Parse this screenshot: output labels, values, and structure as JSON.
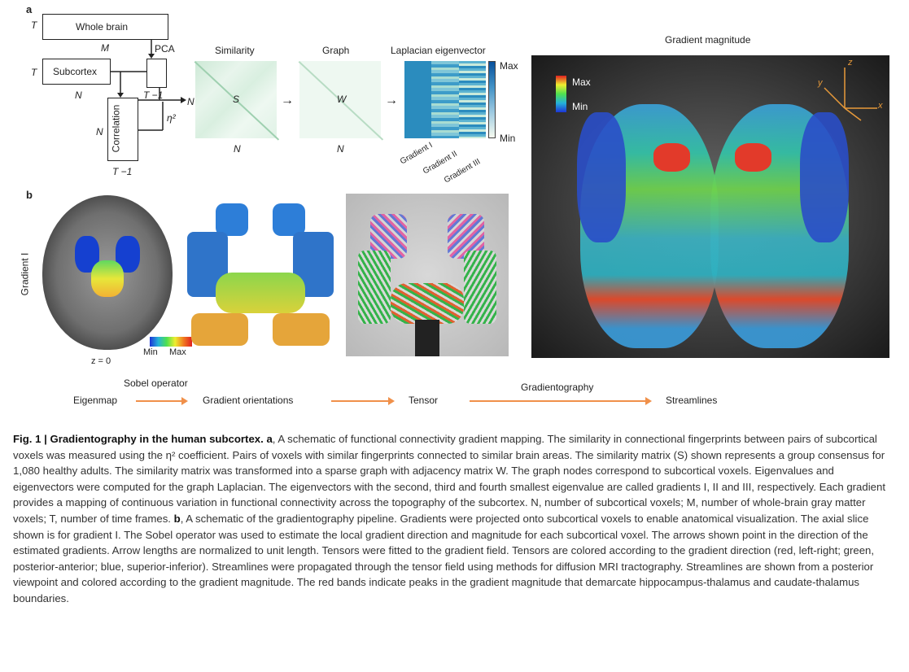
{
  "panel_a": {
    "letter": "a",
    "whole_brain": "Whole brain",
    "subcortex": "Subcortex",
    "correlation": "Correlation",
    "pca": "PCA",
    "t": "T",
    "m": "M",
    "n": "N",
    "t_minus_1": "T −1",
    "eta": "η²",
    "similarity": "Similarity",
    "graph": "Graph",
    "laplacian": "Laplacian eigenvector",
    "s": "S",
    "w": "W",
    "max": "Max",
    "min": "Min",
    "gradients": [
      "Gradient I",
      "Gradient II",
      "Gradient III"
    ]
  },
  "panel_b": {
    "letter": "b",
    "gradient_i": "Gradient I",
    "z0": "z = 0",
    "min": "Min",
    "max": "Max",
    "magnitude_title": "Gradient magnitude",
    "legend_max": "Max",
    "legend_min": "Min",
    "axis_x": "x",
    "axis_y": "y",
    "axis_z": "z"
  },
  "pipeline": {
    "eigenmap": "Eigenmap",
    "sobel": "Sobel operator",
    "orientations": "Gradient orientations",
    "tensor": "Tensor",
    "gradientography": "Gradientography",
    "streamlines": "Streamlines"
  },
  "caption": {
    "title": "Fig. 1 | Gradientography in the human subcortex.",
    "a_label": "a",
    "a_text": ", A schematic of functional connectivity gradient mapping. The similarity in connectional fingerprints between pairs of subcortical voxels was measured using the η² coefficient. Pairs of voxels with similar fingerprints connected to similar brain areas. The similarity matrix (S) shown represents a group consensus for 1,080 healthy adults. The similarity matrix was transformed into a sparse graph with adjacency matrix W. The graph nodes correspond to subcortical voxels. Eigenvalues and eigenvectors were computed for the graph Laplacian. The eigenvectors with the second, third and fourth smallest eigenvalue are called gradients I, II and III, respectively. Each gradient provides a mapping of continuous variation in functional connectivity across the topography of the subcortex. N, number of subcortical voxels; M, number of whole-brain gray matter voxels; T, number of time frames. ",
    "b_label": "b",
    "b_text": ", A schematic of the gradientography pipeline. Gradients were projected onto subcortical voxels to enable anatomical visualization. The axial slice shown is for gradient I. The Sobel operator was used to estimate the local gradient direction and magnitude for each subcortical voxel. The arrows shown point in the direction of the estimated gradients. Arrow lengths are normalized to unit length. Tensors were fitted to the gradient field. Tensors are colored according to the gradient direction (red, left-right; green, posterior-anterior; blue, superior-inferior). Streamlines were propagated through the tensor field using methods for diffusion MRI tractography. Streamlines are shown from a posterior viewpoint and colored according to the gradient magnitude. The red bands indicate peaks in the gradient magnitude that demarcate hippocampus-thalamus and caudate-thalamus boundaries."
  },
  "colors": {
    "arrow_orange": "#f0904a",
    "matrix_green": "#e6f4ea",
    "eigen_blue": "#2b8cbe"
  }
}
